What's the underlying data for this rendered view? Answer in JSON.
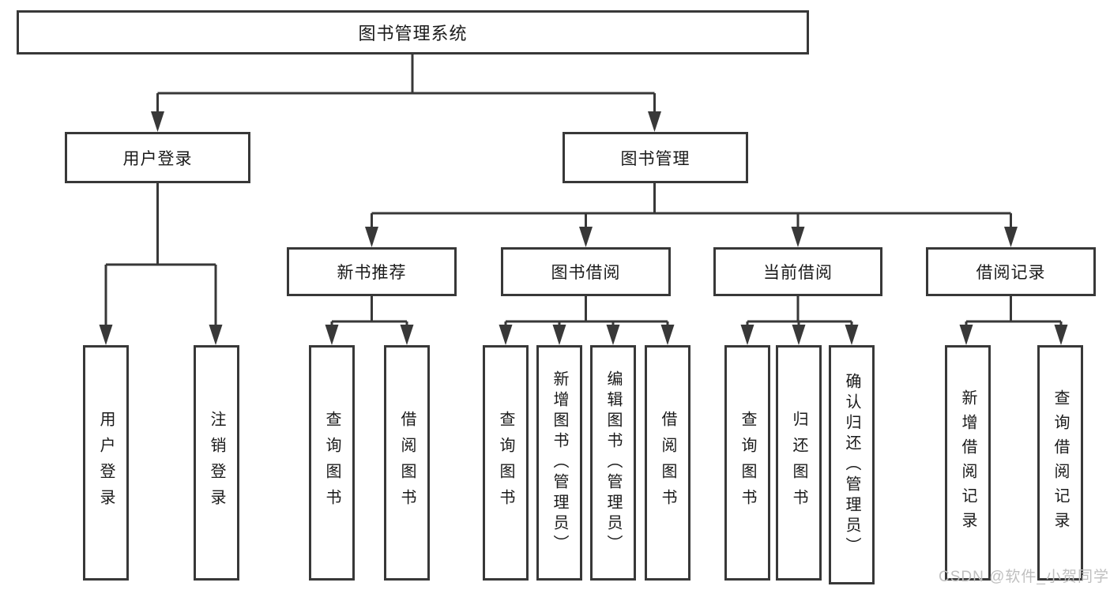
{
  "colors": {
    "line": "#383838",
    "text": "#1a1a1a",
    "background": "#ffffff",
    "watermark_gray": "#bfbfbf"
  },
  "nodes": {
    "root": {
      "label": "图书管理系统"
    },
    "level1": [
      {
        "label": "用户登录"
      },
      {
        "label": "图书管理"
      }
    ],
    "level2": [
      {
        "label": "新书推荐"
      },
      {
        "label": "图书借阅"
      },
      {
        "label": "当前借阅"
      },
      {
        "label": "借阅记录"
      }
    ],
    "leaves": [
      {
        "label": "用户登录"
      },
      {
        "label": "注销登录"
      },
      {
        "label": "查询图书"
      },
      {
        "label": "借阅图书"
      },
      {
        "label": "查询图书"
      },
      {
        "label": "新增图书（管理员）"
      },
      {
        "label": "编辑图书（管理员）"
      },
      {
        "label": "借阅图书"
      },
      {
        "label": "查询图书"
      },
      {
        "label": "归还图书"
      },
      {
        "label": "确认归还（管理员）"
      },
      {
        "label": "新增借阅记录"
      },
      {
        "label": "查询借阅记录"
      }
    ]
  },
  "hierarchy": {
    "图书管理系统": [
      "用户登录",
      "图书管理"
    ],
    "用户登录": [
      "用户登录",
      "注销登录"
    ],
    "图书管理": [
      "新书推荐",
      "图书借阅",
      "当前借阅",
      "借阅记录"
    ],
    "新书推荐": [
      "查询图书",
      "借阅图书"
    ],
    "图书借阅": [
      "查询图书",
      "新增图书（管理员）",
      "编辑图书（管理员）",
      "借阅图书"
    ],
    "当前借阅": [
      "查询图书",
      "归还图书",
      "确认归还（管理员）"
    ],
    "借阅记录": [
      "新增借阅记录",
      "查询借阅记录"
    ]
  },
  "watermark": {
    "text": "CSDN @软件_小贺同学"
  }
}
